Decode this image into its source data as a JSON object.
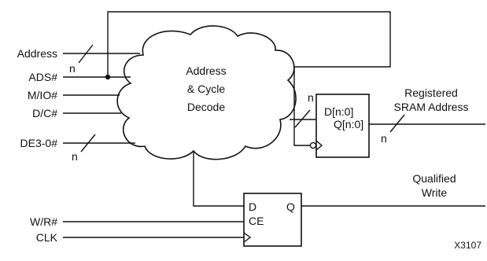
{
  "inputs": {
    "address": "Address",
    "ads": "ADS#",
    "mio": "M/IO#",
    "dc": "D/C#",
    "de": "DE3-0#",
    "wr": "W/R#",
    "clk": "CLK"
  },
  "bus_width": "n",
  "cloud": {
    "line1": "Address",
    "line2": "& Cycle",
    "line3": "Decode"
  },
  "address_register": {
    "d": "D[n:0]",
    "q": "Q[n:0]"
  },
  "outputs": {
    "registered_line1": "Registered",
    "registered_line2": "SRAM Address",
    "qualified_line1": "Qualified",
    "qualified_line2": "Write"
  },
  "write_register": {
    "d": "D",
    "q": "Q",
    "ce": "CE"
  },
  "figure_id": "X3107"
}
